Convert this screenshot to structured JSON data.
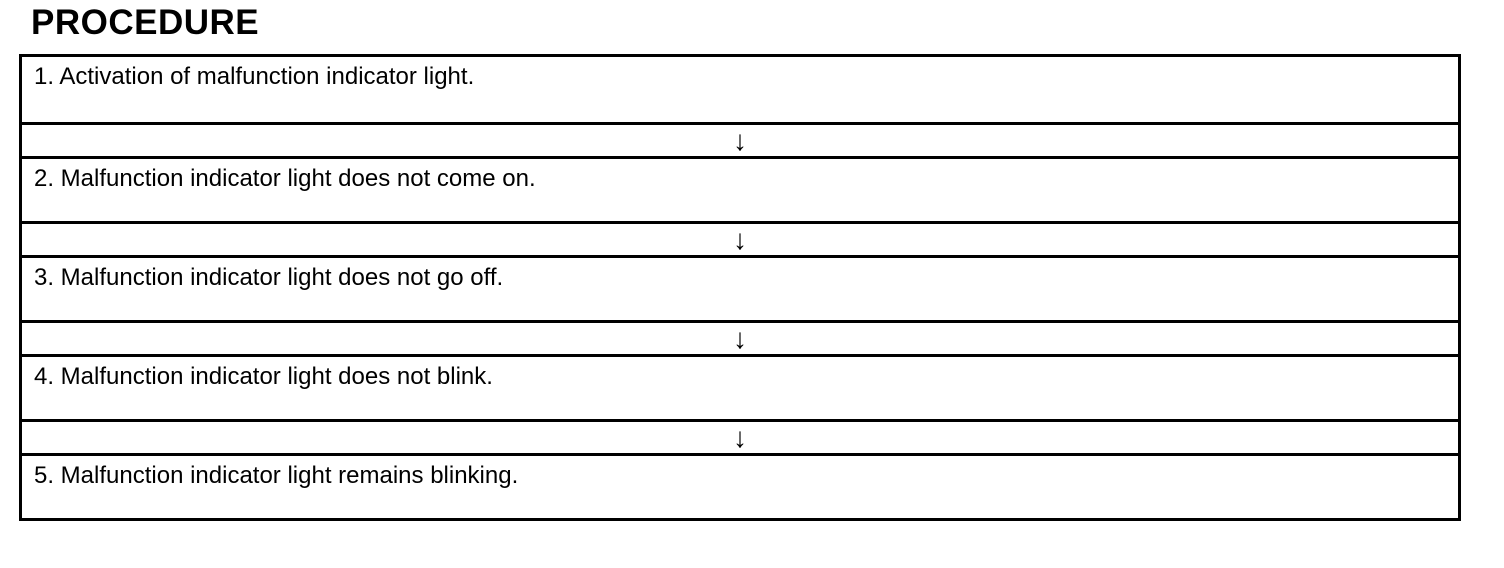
{
  "page": {
    "title": "PROCEDURE"
  },
  "colors": {
    "ink": "#000000",
    "background": "#ffffff"
  },
  "icons": {
    "down_arrow_glyph": "↓"
  },
  "procedure": {
    "steps": [
      "1. Activation of malfunction indicator light.",
      "2. Malfunction indicator light does not come on.",
      "3. Malfunction indicator light does not go off.",
      "4. Malfunction indicator light does not blink.",
      "5. Malfunction indicator light remains blinking."
    ]
  }
}
